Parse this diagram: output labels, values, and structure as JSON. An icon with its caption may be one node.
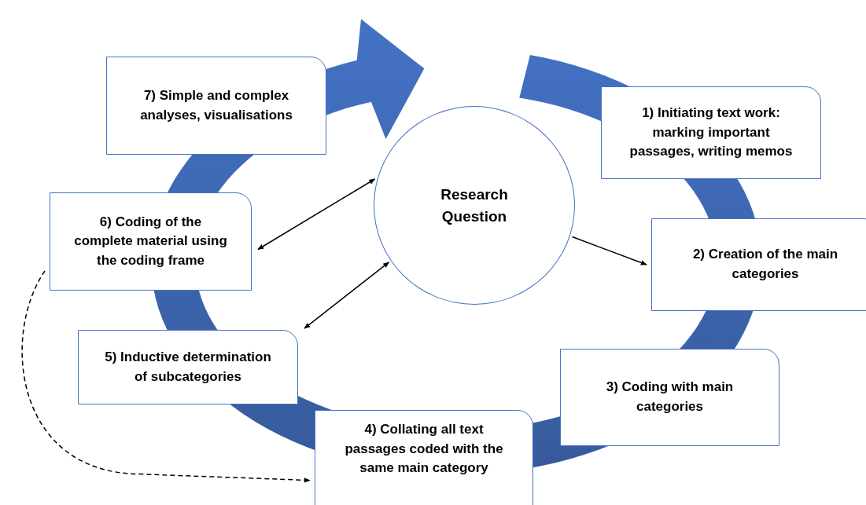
{
  "diagram": {
    "nodes": [
      {
        "text": [
          "1) Initiating text work: marking important passages, writing memos"
        ]
      },
      {
        "text": [
          "2) Creation of the main categories"
        ]
      },
      {
        "text": [
          "3) Coding with main categories"
        ]
      },
      {
        "text": [
          "4) Collating all text passages coded with the same main category"
        ]
      },
      {
        "text": [
          "5) Inductive determination of subcategories"
        ]
      },
      {
        "text": [
          "6) Coding of the complete material using the coding frame"
        ]
      },
      {
        "text": [
          "7) Simple and complex analyses, visualisations"
        ]
      },
      {
        "text": [
          "Research Question"
        ]
      }
    ],
    "edges": [
      {
        "from": 5,
        "to": 7,
        "arrow": "both"
      },
      {
        "from": 7,
        "to": 1,
        "arrow": "to"
      },
      {
        "from": 4,
        "to": 7,
        "arrow": "both"
      },
      {
        "from": 5,
        "to": 3,
        "arrow": "to",
        "style": "dashed"
      }
    ]
  }
}
